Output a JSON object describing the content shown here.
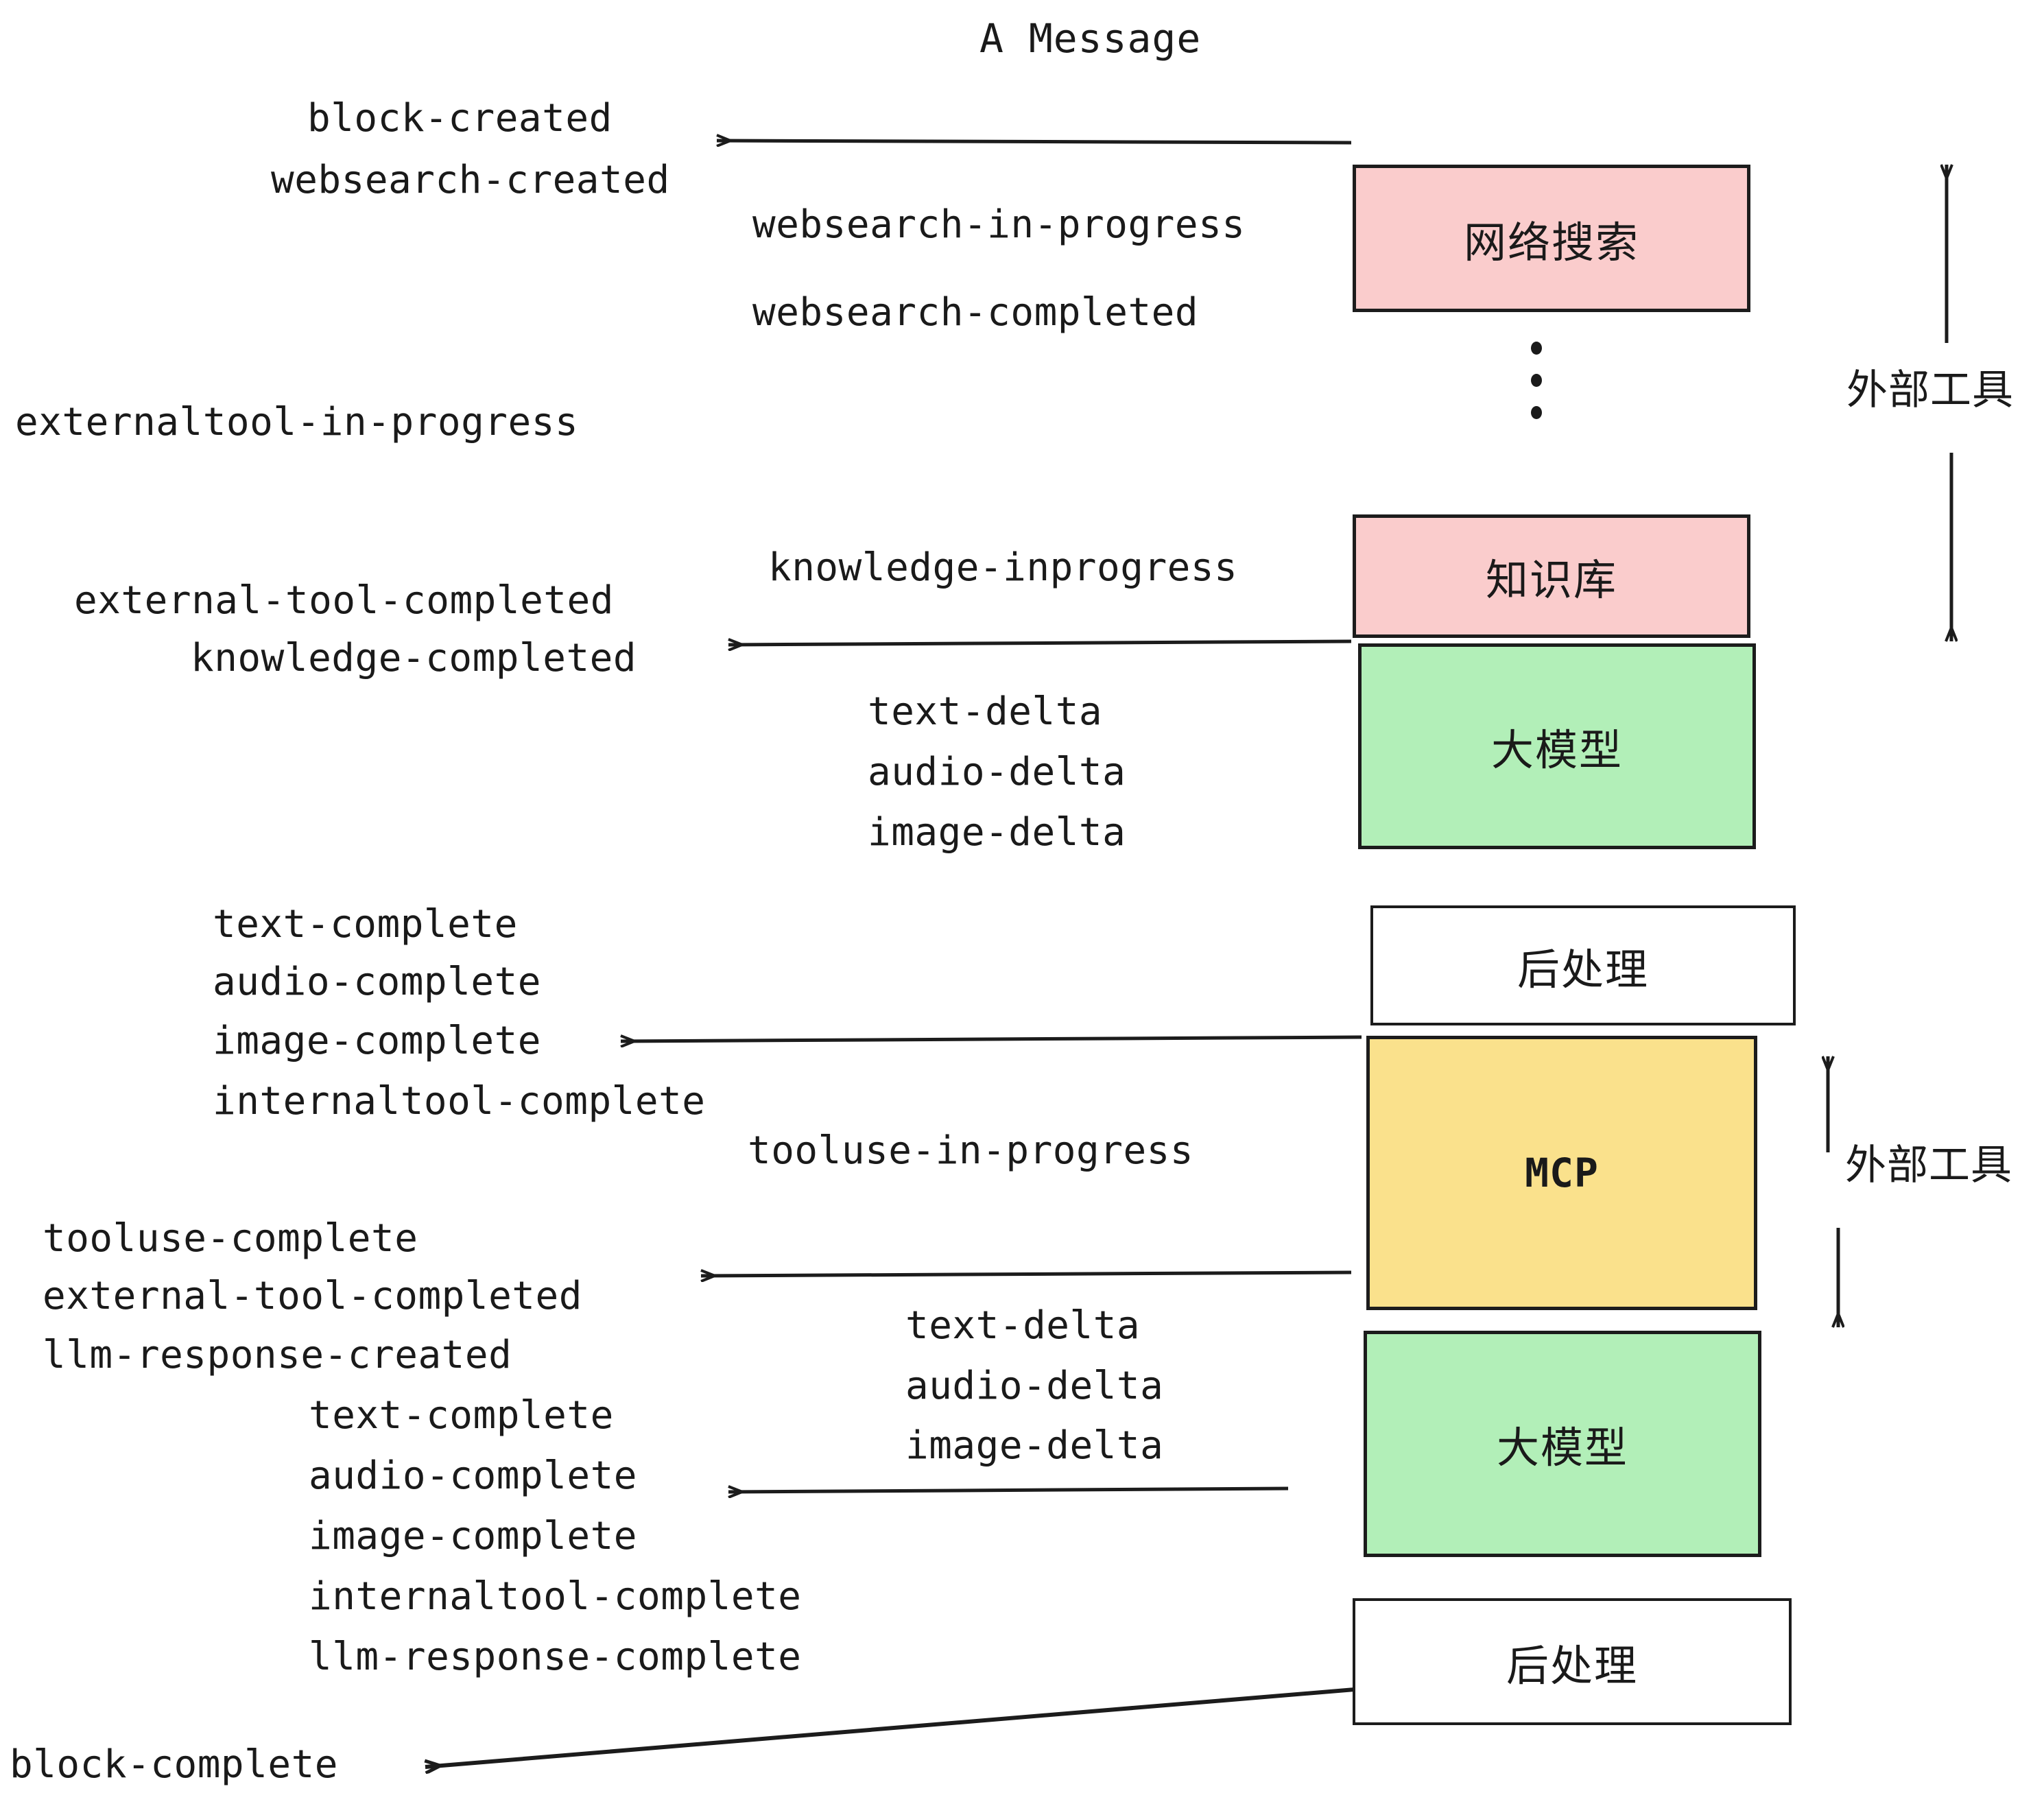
{
  "title": "A Message",
  "events": {
    "block_created": "block-created",
    "websearch_created": "websearch-created",
    "websearch_in_progress": "websearch-in-progress",
    "websearch_completed": "websearch-completed",
    "externaltool_in_progress": "externaltool-in-progress",
    "knowledge_inprogress": "knowledge-inprogress",
    "external_tool_completed_1": "external-tool-completed",
    "knowledge_completed": "knowledge-completed",
    "text_delta_1": "text-delta",
    "audio_delta_1": "audio-delta",
    "image_delta_1": "image-delta",
    "text_complete_1": "text-complete",
    "audio_complete_1": "audio-complete",
    "image_complete_1": "image-complete",
    "internaltool_complete_1": "internaltool-complete",
    "tooluse_in_progress": "tooluse-in-progress",
    "tooluse_complete": "tooluse-complete",
    "external_tool_completed_2": "external-tool-completed",
    "llm_response_created": "llm-response-created",
    "text_delta_2": "text-delta",
    "audio_delta_2": "audio-delta",
    "image_delta_2": "image-delta",
    "text_complete_2": "text-complete",
    "audio_complete_2": "audio-complete",
    "image_complete_2": "image-complete",
    "internaltool_complete_2": "internaltool-complete",
    "llm_response_complete": "llm-response-complete",
    "block_complete": "block-complete"
  },
  "boxes": {
    "websearch": "网络搜索",
    "knowledge": "知识库",
    "llm_1": "大模型",
    "postprocess_1": "后处理",
    "mcp": "MCP",
    "llm_2": "大模型",
    "postprocess_2": "后处理"
  },
  "side_labels": {
    "external_tools_top": "外部工具",
    "external_tools_bottom": "外部工具"
  },
  "colors": {
    "pink": "#FACCCC",
    "green": "#B2EFB8",
    "yellow": "#FAE18C",
    "white": "#FFFFFF",
    "stroke": "#1C1C1C",
    "text": "#1A1A1A"
  }
}
